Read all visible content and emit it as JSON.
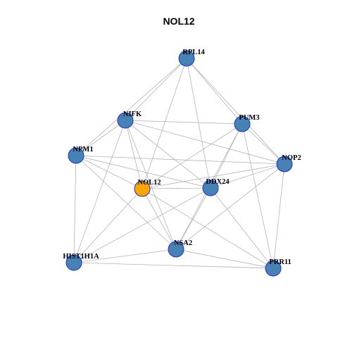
{
  "title": "NOL12",
  "colors": {
    "node_default": "#4682b4",
    "node_focus": "#ffa500",
    "node_border": "#1c2fd6",
    "edge": "#b4b4b4"
  },
  "focus_node": "NOL12",
  "nodes": [
    {
      "id": "RPL14",
      "label": "RPL14"
    },
    {
      "id": "NIFK",
      "label": "NIFK"
    },
    {
      "id": "PUM3",
      "label": "PUM3"
    },
    {
      "id": "NPM1",
      "label": "NPM1"
    },
    {
      "id": "NOP2",
      "label": "NOP2"
    },
    {
      "id": "NOL12",
      "label": "NOL12"
    },
    {
      "id": "DDX24",
      "label": "DDX24"
    },
    {
      "id": "NSA2",
      "label": "NSA2"
    },
    {
      "id": "HIST1H1A",
      "label": "HIST1H1A"
    },
    {
      "id": "PRR11",
      "label": "PRR11"
    }
  ],
  "edges": [
    [
      "RPL14",
      "NIFK"
    ],
    [
      "RPL14",
      "NPM1"
    ],
    [
      "RPL14",
      "PUM3"
    ],
    [
      "RPL14",
      "NOP2"
    ],
    [
      "RPL14",
      "NOL12"
    ],
    [
      "RPL14",
      "DDX24"
    ],
    [
      "NIFK",
      "NPM1"
    ],
    [
      "NIFK",
      "PUM3"
    ],
    [
      "NIFK",
      "NOP2"
    ],
    [
      "NIFK",
      "NOL12"
    ],
    [
      "NIFK",
      "DDX24"
    ],
    [
      "NIFK",
      "NSA2"
    ],
    [
      "NIFK",
      "HIST1H1A"
    ],
    [
      "PUM3",
      "NOP2"
    ],
    [
      "PUM3",
      "NOL12"
    ],
    [
      "PUM3",
      "DDX24"
    ],
    [
      "PUM3",
      "NSA2"
    ],
    [
      "PUM3",
      "PRR11"
    ],
    [
      "NPM1",
      "NOP2"
    ],
    [
      "NPM1",
      "NOL12"
    ],
    [
      "NPM1",
      "DDX24"
    ],
    [
      "NPM1",
      "NSA2"
    ],
    [
      "NPM1",
      "HIST1H1A"
    ],
    [
      "NOP2",
      "NOL12"
    ],
    [
      "NOP2",
      "DDX24"
    ],
    [
      "NOP2",
      "NSA2"
    ],
    [
      "NOP2",
      "PRR11"
    ],
    [
      "NOL12",
      "DDX24"
    ],
    [
      "NOL12",
      "NSA2"
    ],
    [
      "NOL12",
      "PRR11"
    ],
    [
      "NOL12",
      "HIST1H1A"
    ],
    [
      "DDX24",
      "NSA2"
    ],
    [
      "DDX24",
      "PRR11"
    ],
    [
      "DDX24",
      "HIST1H1A"
    ],
    [
      "NSA2",
      "HIST1H1A"
    ],
    [
      "NSA2",
      "PRR11"
    ],
    [
      "HIST1H1A",
      "PRR11"
    ]
  ]
}
